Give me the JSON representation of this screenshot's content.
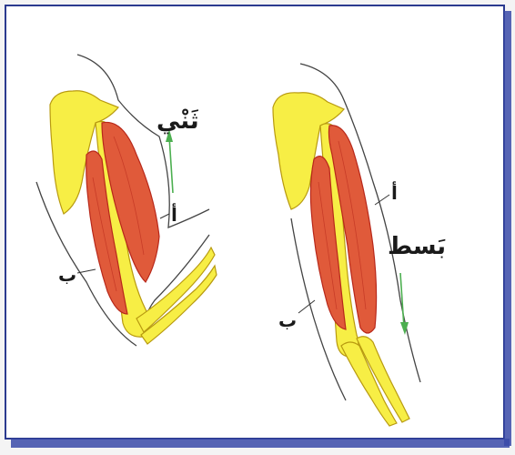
{
  "labels": {
    "flexion": "ثَنْي",
    "extension": "بَسط",
    "left_a": "أ",
    "left_b": "ب",
    "right_a": "أ",
    "right_b": "ب"
  },
  "colors": {
    "muscle": "#e05a3a",
    "muscle_dark": "#b8281a",
    "bone": "#f7ee45",
    "bone_stroke": "#b89a10",
    "arrow": "#4caf50",
    "frame": "#3a4aa8",
    "outline": "#333333"
  }
}
